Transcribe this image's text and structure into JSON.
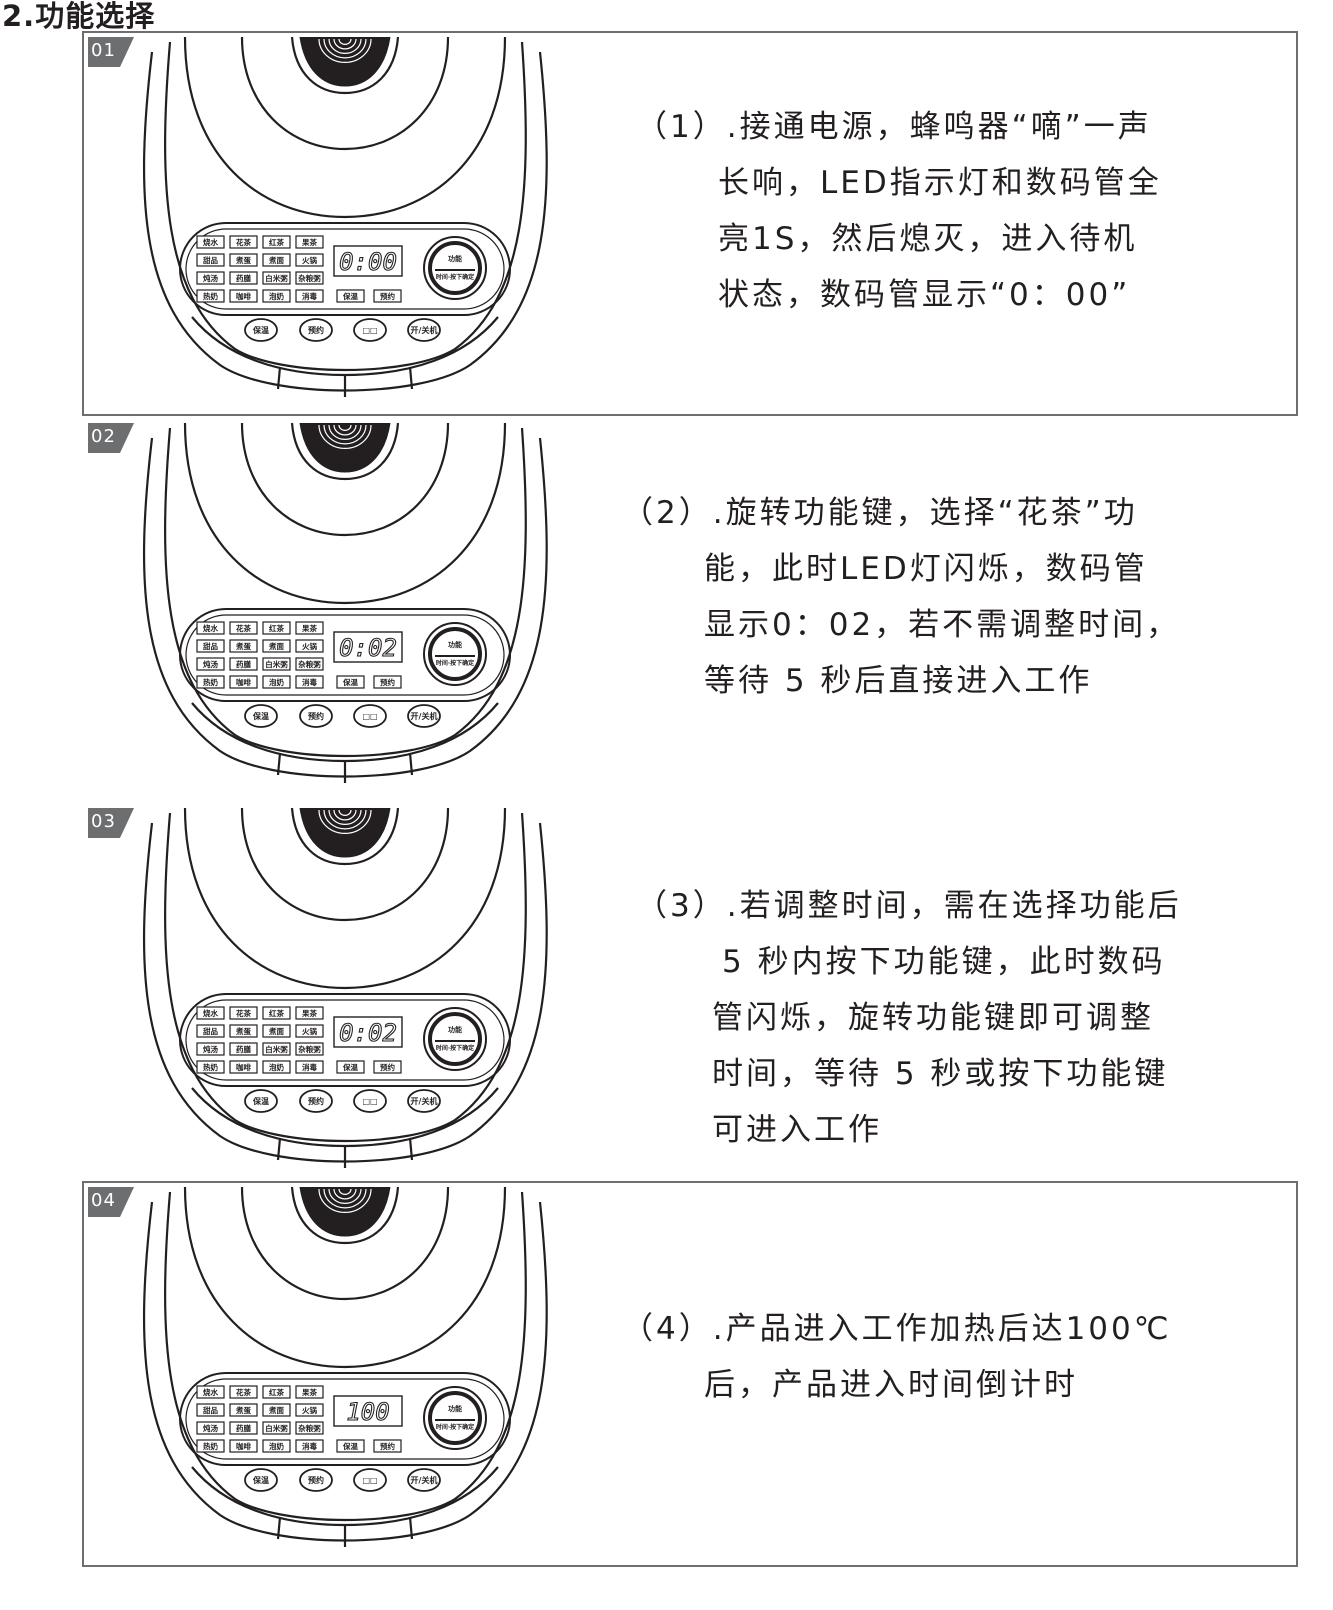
{
  "page": {
    "title": "2.功能选择"
  },
  "panel": {
    "func_labels": [
      [
        "烧水",
        "花茶",
        "红茶",
        "果茶"
      ],
      [
        "甜品",
        "煮蛋",
        "煮面",
        "火锅"
      ],
      [
        "炖汤",
        "药膳",
        "白米粥",
        "杂粮粥"
      ],
      [
        "热奶",
        "咖啡",
        "泡奶",
        "消毒"
      ]
    ],
    "extra_labels": [
      "保温",
      "预约"
    ],
    "knob_top": "功能",
    "knob_bottom": "时间·按下确定",
    "bottom_buttons": [
      "保温",
      "预约",
      "□□",
      "开/关机"
    ]
  },
  "steps": [
    {
      "badge": "01",
      "display": "0:00",
      "lines": [
        "（1）.接通电源，蜂鸣器“嘀”一声",
        "长响，LED指示灯和数码管全",
        "亮1S，然后熄灭，进入待机",
        "状态，数码管显示“0：00”"
      ]
    },
    {
      "badge": "02",
      "display": "0:02",
      "lines": [
        "（2）.旋转功能键，选择“花茶”功",
        "能，此时LED灯闪烁，数码管",
        "显示0：02，若不需调整时间，",
        "等待 5 秒后直接进入工作"
      ]
    },
    {
      "badge": "03",
      "display": "0:02",
      "lines": [
        "（3）.若调整时间，需在选择功能后",
        "5 秒内按下功能键，此时数码",
        "管闪烁，旋转功能键即可调整",
        "时间，等待 5 秒或按下功能键",
        "可进入工作"
      ]
    },
    {
      "badge": "04",
      "display": "100",
      "lines": [
        "（4）.产品进入工作加热后达100℃",
        "后，产品进入时间倒计时"
      ]
    }
  ]
}
